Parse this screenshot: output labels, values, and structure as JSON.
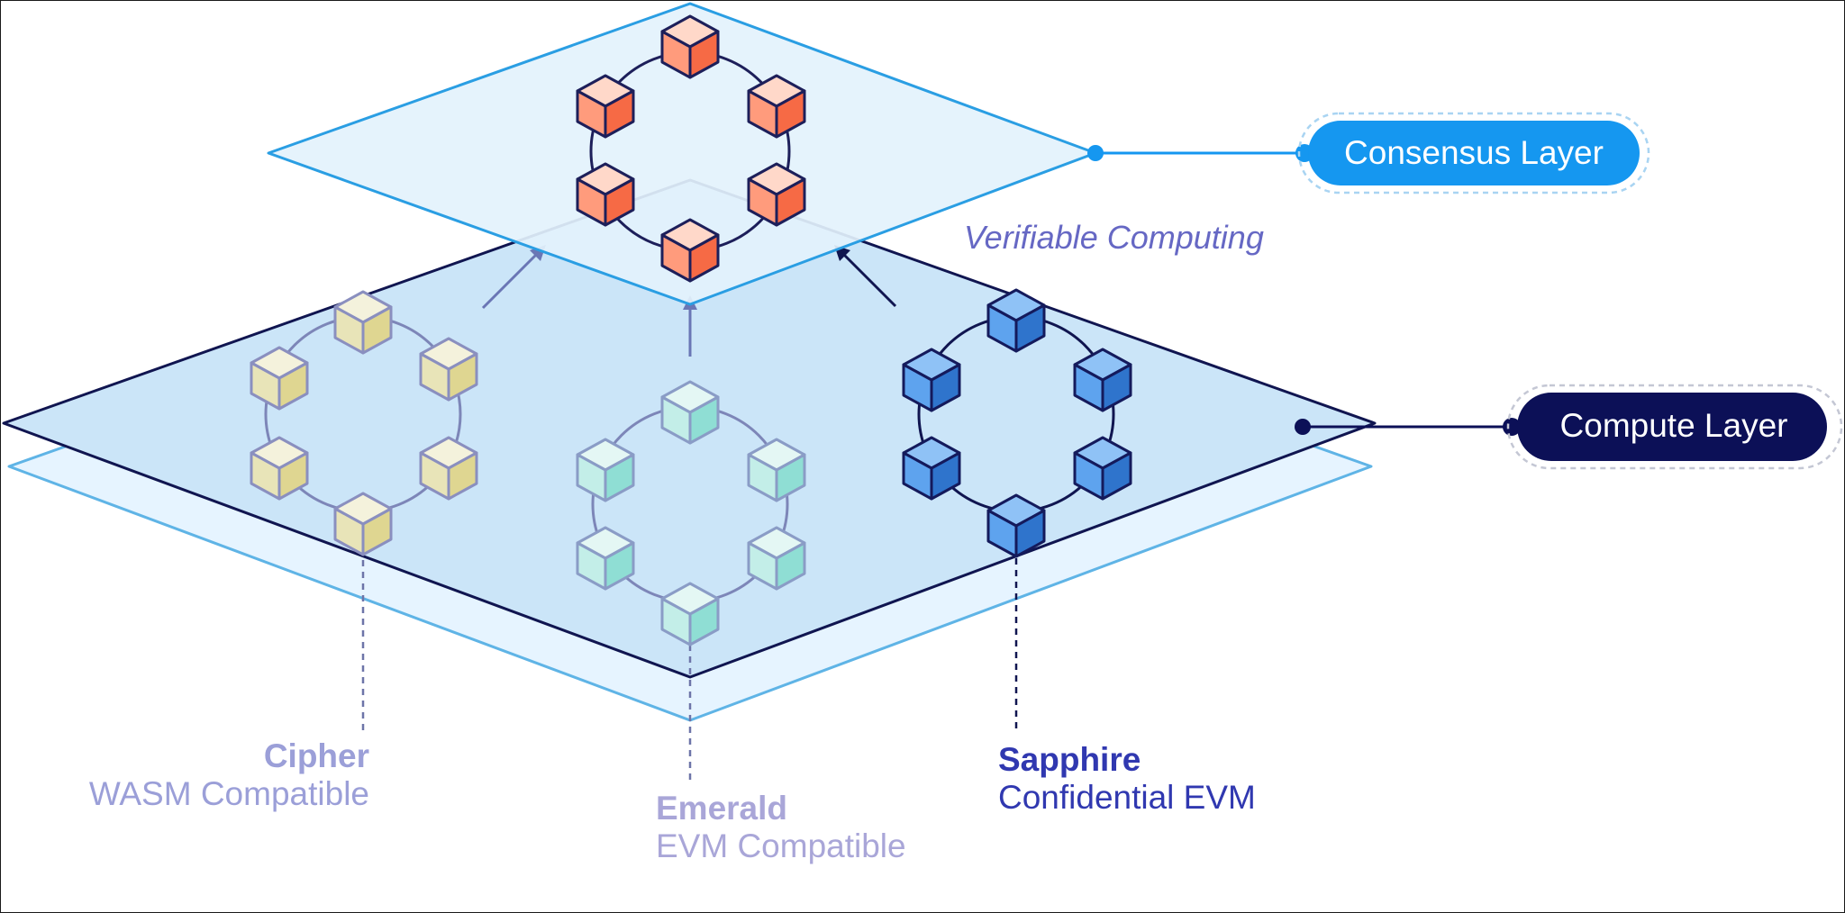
{
  "labels": {
    "consensus_layer": "Consensus Layer",
    "compute_layer": "Compute Layer",
    "verifiable_computing": "Verifiable Computing"
  },
  "paratimes": [
    {
      "name": "Cipher",
      "subtitle": "WASM Compatible",
      "color": "#9b9fd8"
    },
    {
      "name": "Emerald",
      "subtitle": "EVM Compatible",
      "color": "#a9a6d8"
    },
    {
      "name": "Sapphire",
      "subtitle": "Confidential EVM",
      "color": "#3038b0"
    }
  ],
  "colors": {
    "consensus_pill": "#1597f0",
    "compute_pill": "#0c1057",
    "consensus_plane_fill": "#e3f2fc",
    "consensus_plane_stroke": "#2a9ee3",
    "compute_plane_fill": "#cbe5f8",
    "compute_plane_stroke": "#101550",
    "cube_orange": "#f86b47",
    "cube_yellow": "#e6dfa0",
    "cube_teal": "#a9e8e1",
    "cube_blue": "#3f8ee8"
  },
  "icons": [
    "cube-icon",
    "arrow-icon"
  ]
}
